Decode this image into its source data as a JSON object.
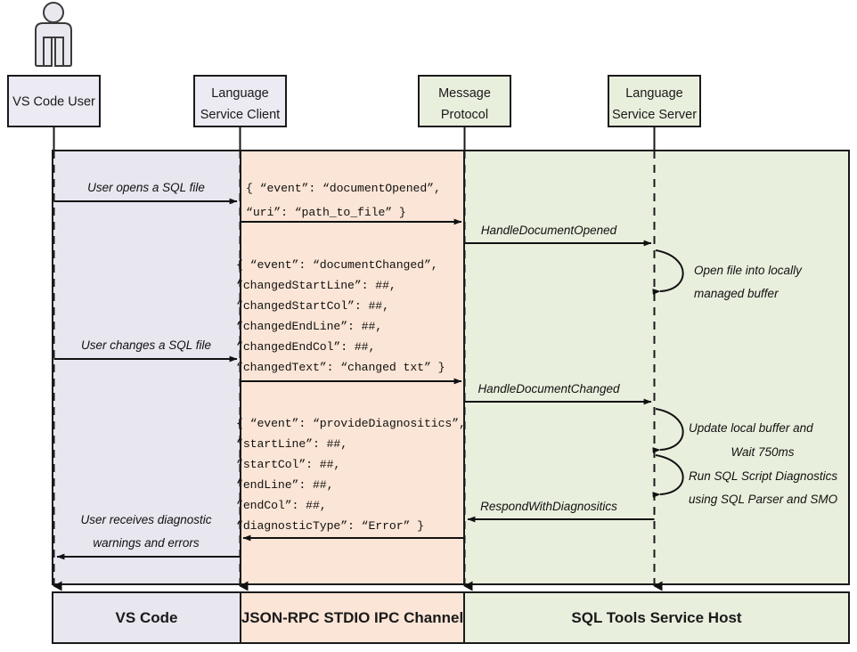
{
  "diagram": {
    "title": "SQL Tools Service language protocol sequence diagram",
    "colors": {
      "vscode_band": "#e8e6ef",
      "ipc_band": "#fbe5d6",
      "service_band": "#e9efdd",
      "header_client_fill": "#eceaf2",
      "header_service_fill": "#e9efdd",
      "stroke": "#1a1a1a",
      "text": "#111111"
    },
    "actor": {
      "name": "actor-person",
      "label": "VS Code User"
    },
    "participants": [
      {
        "id": "vscode-user",
        "line1": "VS Code User",
        "line2": "",
        "fill": "#eceaf2"
      },
      {
        "id": "language-service-client",
        "line1": "Language",
        "line2": "Service Client",
        "fill": "#eceaf2"
      },
      {
        "id": "message-protocol",
        "line1": "Message",
        "line2": "Protocol",
        "fill": "#e9efdd"
      },
      {
        "id": "language-service-server",
        "line1": "Language",
        "line2": "Service Server",
        "fill": "#e9efdd"
      }
    ],
    "bands": [
      {
        "id": "band-vscode",
        "label": "VS Code",
        "fill": "#e8e6ef"
      },
      {
        "id": "band-ipc",
        "label": "JSON-RPC STDIO IPC Channel",
        "fill": "#fbe5d6"
      },
      {
        "id": "band-service",
        "label": "SQL Tools Service Host",
        "fill": "#e9efdd"
      }
    ],
    "user_messages": [
      {
        "id": "msg-user-opens",
        "text": "User opens a SQL file"
      },
      {
        "id": "msg-user-changes",
        "text": "User changes a SQL file"
      },
      {
        "id": "msg-user-receives-l1",
        "text": "User receives diagnostic"
      },
      {
        "id": "msg-user-receives-l2",
        "text": "warnings and errors"
      }
    ],
    "protocol_messages": [
      {
        "id": "msg-handle-document-opened",
        "text": "HandleDocumentOpened"
      },
      {
        "id": "msg-handle-document-changed",
        "text": "HandleDocumentChanged"
      },
      {
        "id": "msg-respond-with-diagnositics",
        "text": "RespondWithDiagnositics"
      }
    ],
    "notes": [
      {
        "id": "note-open-file",
        "lines": [
          "Open file into locally",
          "managed buffer"
        ]
      },
      {
        "id": "note-update-buffer",
        "lines": [
          "Update local buffer and",
          "Wait 750ms"
        ]
      },
      {
        "id": "note-run-diagnostics",
        "lines": [
          "Run SQL Script Diagnostics",
          "using SQL Parser and SMO"
        ]
      }
    ],
    "json_blocks": [
      {
        "id": "json-document-opened",
        "lines": [
          "{ “event”: “documentOpened”,",
          "   “uri”: “path_to_file” }"
        ]
      },
      {
        "id": "json-document-changed",
        "lines": [
          "{ “event”: “documentChanged”,",
          "   “changedStartLine”: ##,",
          "   “changedStartCol”: ##,",
          "   “changedEndLine”: ##,",
          "   “changedEndCol”: ##,",
          "   “changedText”: “changed txt” }"
        ]
      },
      {
        "id": "json-provide-diagnositics",
        "lines": [
          "{ “event”: “provideDiagnositics”,",
          "   “startLine”: ##,",
          "   “startCol”: ##,",
          "   “endLine”: ##,",
          "   “endCol”: ##,",
          "   “diagnosticType”: “Error” }"
        ]
      }
    ]
  }
}
